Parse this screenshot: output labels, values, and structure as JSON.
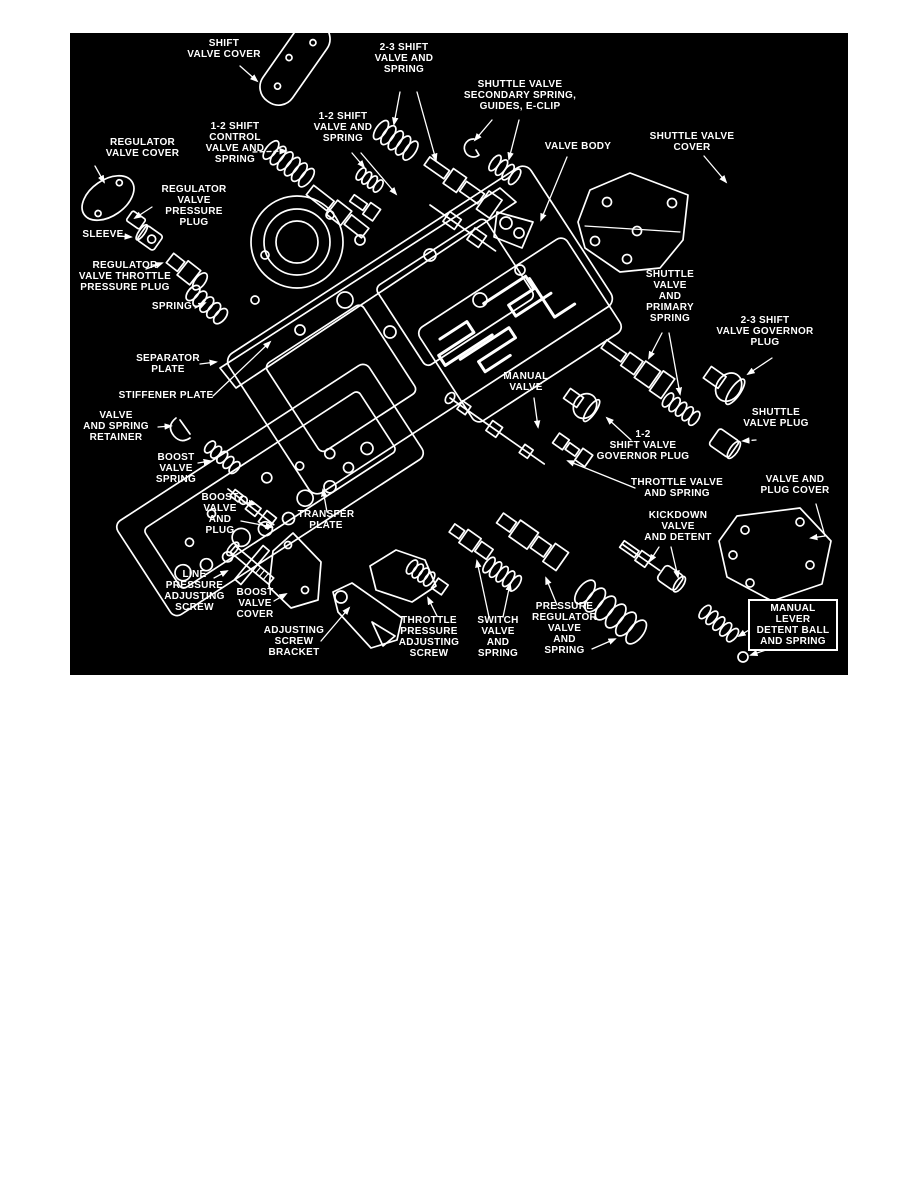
{
  "colors": {
    "page_background": "#ffffff",
    "diagram_background": "#000000",
    "ink": "#ffffff"
  },
  "labels": {
    "shift_valve_cover": "SHIFT\nVALVE COVER",
    "shift_23_valve_and_spring": "2-3 SHIFT\nVALVE AND\nSPRING",
    "shuttle_valve_secondary": "SHUTTLE VALVE\nSECONDARY SPRING,\nGUIDES, E-CLIP",
    "valve_body": "VALVE BODY",
    "shuttle_valve_cover": "SHUTTLE VALVE\nCOVER",
    "regulator_valve_cover": "REGULATOR\nVALVE COVER",
    "shift_12_control_valve_and_spring": "1-2 SHIFT\nCONTROL\nVALVE AND\nSPRING",
    "shift_12_valve_and_spring": "1-2 SHIFT\nVALVE AND\nSPRING",
    "regulator_valve_pressure_plug": "REGULATOR\nVALVE\nPRESSURE\nPLUG",
    "sleeve": "SLEEVE",
    "regulator_valve_throttle_pressure_plug": "REGULATOR\nVALVE THROTTLE\nPRESSURE PLUG",
    "spring": "SPRING",
    "separator_plate": "SEPARATOR\nPLATE",
    "stiffener_plate": "STIFFENER PLATE",
    "valve_and_spring_retainer": "VALVE\nAND SPRING\nRETAINER",
    "boost_valve_spring": "BOOST\nVALVE\nSPRING",
    "boost_valve_and_plug": "BOOST\nVALVE\nAND\nPLUG",
    "transfer_plate": "TRANSFER\nPLATE",
    "line_pressure_adjusting_screw": "LINE\nPRESSURE\nADJUSTING\nSCREW",
    "boost_valve_cover": "BOOST\nVALVE\nCOVER",
    "adjusting_screw_bracket": "ADJUSTING\nSCREW\nBRACKET",
    "throttle_pressure_adjusting_screw": "THROTTLE\nPRESSURE\nADJUSTING\nSCREW",
    "switch_valve_and_spring": "SWITCH\nVALVE\nAND\nSPRING",
    "pressure_regulator_valve_and_spring": "PRESSURE\nREGULATOR\nVALVE\nAND\nSPRING",
    "manual_valve": "MANUAL\nVALVE",
    "shift_12_valve_governor_plug": "1-2\nSHIFT VALVE\nGOVERNOR PLUG",
    "throttle_valve_and_spring": "THROTTLE VALVE\nAND SPRING",
    "kickdown_valve_and_detent": "KICKDOWN\nVALVE\nAND DETENT",
    "valve_and_plug_cover": "VALVE AND\nPLUG COVER",
    "shuttle_valve_and_primary_spring": "SHUTTLE\nVALVE\nAND\nPRIMARY\nSPRING",
    "shift_23_valve_governor_plug": "2-3 SHIFT\nVALVE GOVERNOR\nPLUG",
    "shuttle_valve_plug": "SHUTTLE\nVALVE PLUG",
    "manual_lever_detent_ball_and_spring": "MANUAL LEVER\nDETENT BALL\nAND SPRING"
  }
}
